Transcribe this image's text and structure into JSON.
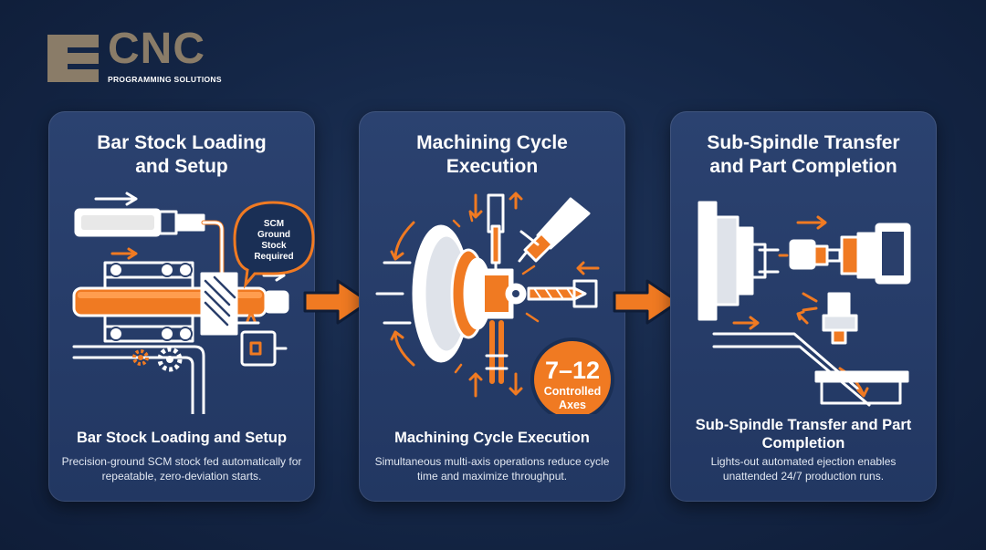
{
  "brand": {
    "name": "CNC",
    "tagline": "PROGRAMMING SOLUTIONS"
  },
  "steps": [
    {
      "title": [
        "Bar Stock Loading",
        "and Setup"
      ],
      "callout": [
        "SCM",
        "Ground",
        "Stock",
        "Required"
      ],
      "subtitle": "Bar Stock Loading and Setup",
      "description": "Precision-ground SCM stock fed automatically for repeatable, zero-deviation starts."
    },
    {
      "title": [
        "Machining Cycle",
        "Execution"
      ],
      "badge": {
        "value": "7–12",
        "label": [
          "Controlled",
          "Axes"
        ]
      },
      "subtitle": "Machining Cycle Execution",
      "description": "Simultaneous multi-axis operations reduce cycle time and maximize throughput."
    },
    {
      "title": [
        "Sub-Spindle Transfer",
        "and Part Completion"
      ],
      "subtitle": "Sub-Spindle Transfer and Part Completion",
      "description": "Lights-out automated ejection enables unattended 24/7 production runs."
    }
  ],
  "colors": {
    "accent": "#f07a22",
    "brand": "#8a7c68",
    "card": "#26406b",
    "background": "#142646"
  }
}
